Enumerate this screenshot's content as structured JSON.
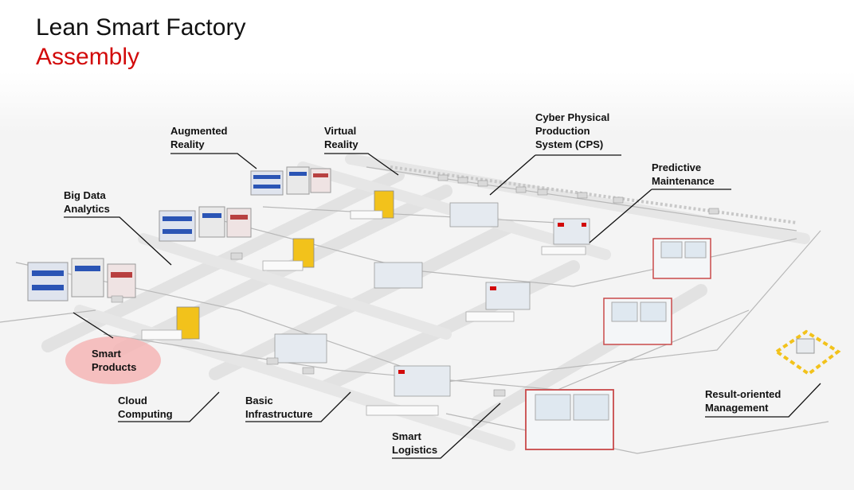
{
  "header": {
    "title": "Lean Smart Factory",
    "subtitle": "Assembly"
  },
  "labels": {
    "augmented_reality": "Augmented\nReality",
    "virtual_reality": "Virtual\nReality",
    "cps": "Cyber Physical\nProduction\nSystem (CPS)",
    "predictive_maintenance": "Predictive\nMaintenance",
    "big_data": "Big Data\nAnalytics",
    "smart_products": "Smart\nProducts",
    "cloud_computing": "Cloud\nComputing",
    "basic_infrastructure": "Basic\nInfrastructure",
    "smart_logistics": "Smart\nLogistics",
    "result_oriented": "Result-oriented\nManagement"
  },
  "colors": {
    "accent_red": "#d20a0a",
    "highlight": "#f5b5b5",
    "floor": "#f3f3f3",
    "aisle": "#e4e4e4",
    "rack_blue": "#2b55b5",
    "rack_yellow": "#f2c21b",
    "hazard_yellow": "#f2c21b"
  }
}
